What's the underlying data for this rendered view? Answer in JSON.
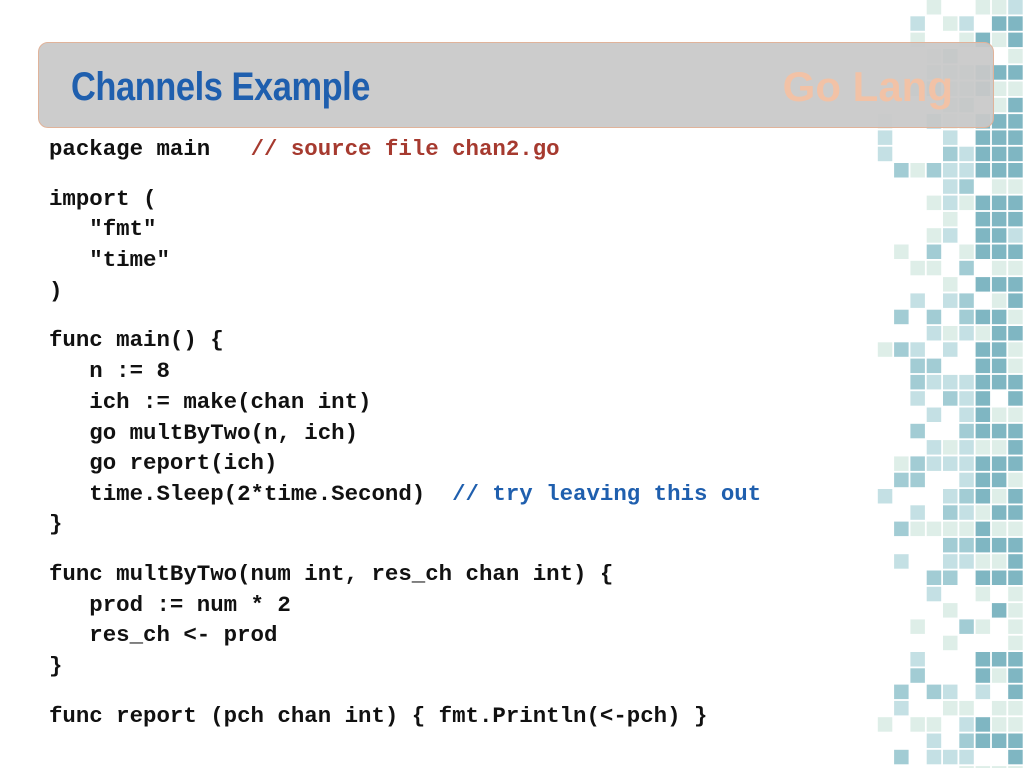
{
  "slide": {
    "title": "Channels Example",
    "subtitle": "Go Lang"
  },
  "code": [
    {
      "code": "package main   ",
      "comment": "// source file chan2.go",
      "comment_color": "red"
    },
    {
      "code": "import (",
      "comment": ""
    },
    {
      "code": "   \"fmt\"",
      "comment": ""
    },
    {
      "code": "   \"time\"",
      "comment": ""
    },
    {
      "code": ")",
      "comment": ""
    },
    {
      "code": "func main() {",
      "comment": ""
    },
    {
      "code": "   n := 8",
      "comment": ""
    },
    {
      "code": "   ich := make(chan int)",
      "comment": ""
    },
    {
      "code": "   go multByTwo(n, ich)",
      "comment": ""
    },
    {
      "code": "   go report(ich)",
      "comment": ""
    },
    {
      "code": "   time.Sleep(2*time.Second)  ",
      "comment": "// try leaving this out",
      "comment_color": "blue"
    },
    {
      "code": "}",
      "comment": ""
    },
    {
      "code": "func multByTwo(num int, res_ch chan int) {",
      "comment": ""
    },
    {
      "code": "   prod := num * 2",
      "comment": ""
    },
    {
      "code": "   res_ch <- prod",
      "comment": ""
    },
    {
      "code": "}",
      "comment": ""
    },
    {
      "code": "func report (pch chan int) { fmt.Println(<-pch) }",
      "comment": ""
    }
  ],
  "colors": {
    "title": "#1f5fae",
    "subtitle": "#f2c2a6",
    "comment_red": "#a63a2f",
    "comment_blue": "#1f5fae",
    "mosaic_teal": "#7fb6c2"
  }
}
